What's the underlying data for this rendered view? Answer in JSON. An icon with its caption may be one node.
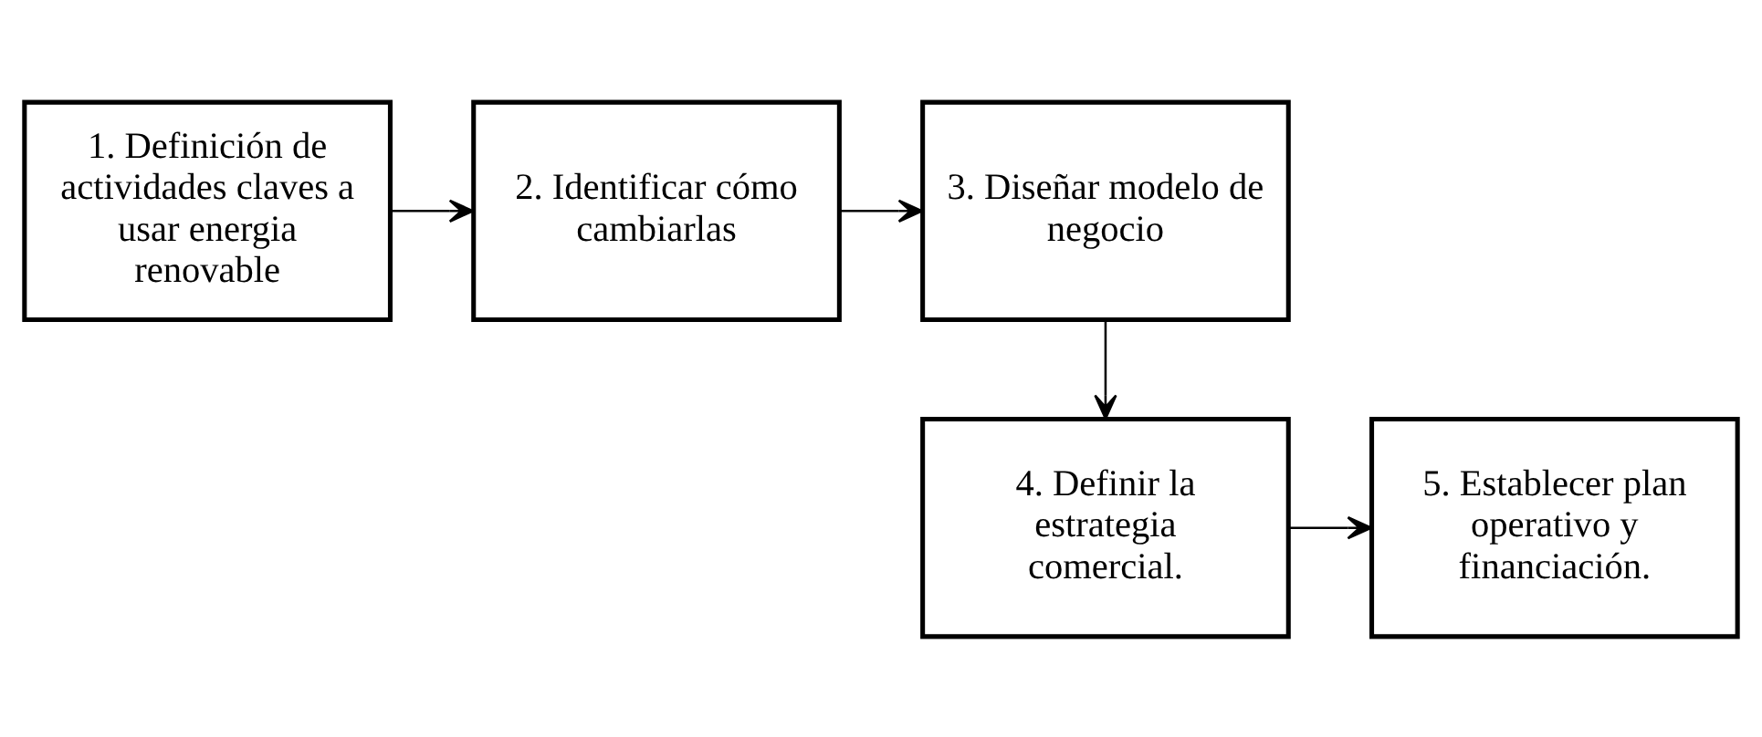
{
  "diagram": {
    "nodes": [
      {
        "text": [
          "1. Definición de actividades claves a usar energia renovable"
        ]
      },
      {
        "text": [
          "2. Identificar cómo cambiarlas"
        ]
      },
      {
        "text": [
          "3. Diseñar modelo de negocio"
        ]
      },
      {
        "text": [
          "4. Definir la estrategia comercial."
        ]
      },
      {
        "text": [
          "5. Establecer plan operativo y financiación."
        ]
      }
    ],
    "edges": [
      {
        "from": 0,
        "to": 1,
        "arrow": "to"
      },
      {
        "from": 1,
        "to": 2,
        "arrow": "to"
      },
      {
        "from": 2,
        "to": 3,
        "arrow": "to"
      },
      {
        "from": 3,
        "to": 4,
        "arrow": "to"
      }
    ]
  }
}
